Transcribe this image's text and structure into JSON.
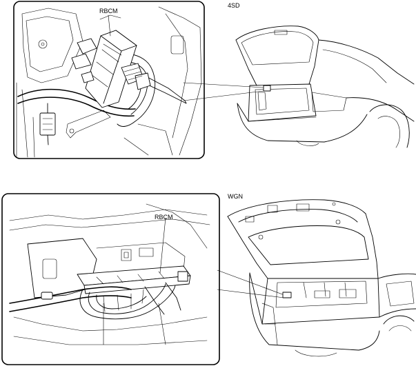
{
  "figure": {
    "panels": [
      {
        "vehicle_label": "4SD",
        "callout_label": "RBCM"
      },
      {
        "vehicle_label": "WGN",
        "callout_label": "RBCM"
      }
    ]
  }
}
